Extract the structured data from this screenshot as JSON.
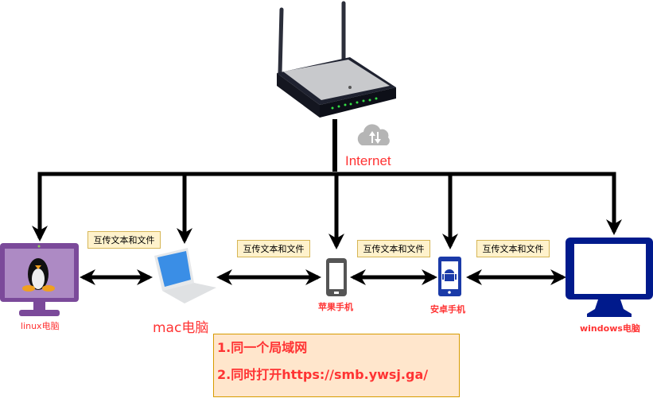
{
  "internet_label": "Internet",
  "share_label": "互传文本和文件",
  "devices": {
    "linux": "linux电脑",
    "mac": "mac电脑",
    "iphone": "苹果手机",
    "android": "安卓手机",
    "windows": "windows电脑"
  },
  "notes": {
    "line1": "1.同一个局域网",
    "line2": "2.同时打开https://smb.ywsj.ga/"
  },
  "colors": {
    "label_red": "#ff3333",
    "linux_purple": "#7b4a9a",
    "windows_blue": "#001a8c",
    "android_blue": "#1a3aa8",
    "box_fill": "#fff2cc",
    "note_fill": "#ffe6cc"
  }
}
